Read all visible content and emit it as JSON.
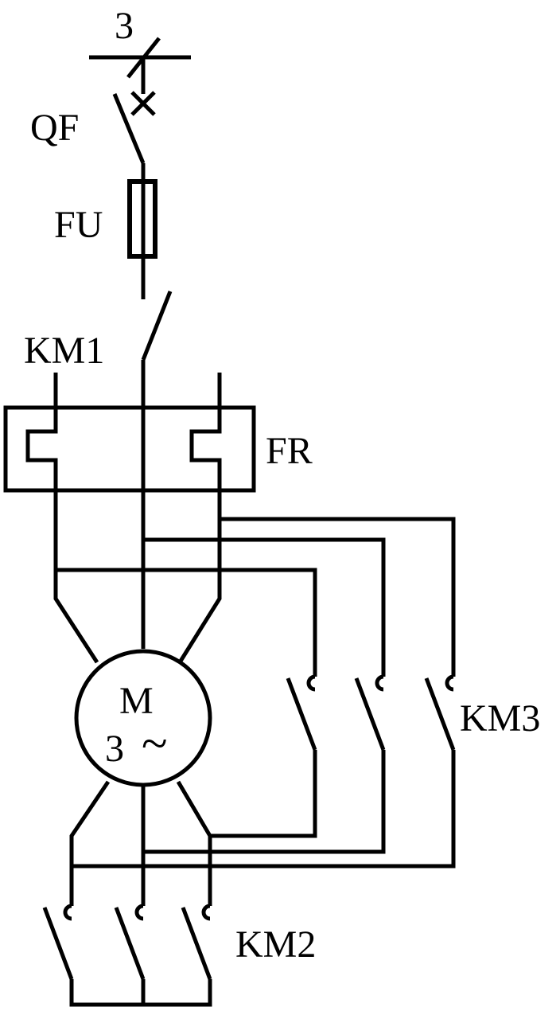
{
  "labels": {
    "phase_count": "3",
    "breaker": "QF",
    "fuse": "FU",
    "main_contactor": "KM1",
    "thermal_relay": "FR",
    "motor_letter": "M",
    "motor_phase": "3",
    "motor_tilde": "~",
    "delta_contactor": "KM3",
    "star_contactor": "KM2"
  },
  "colors": {
    "line": "#000000",
    "background": "#ffffff"
  }
}
